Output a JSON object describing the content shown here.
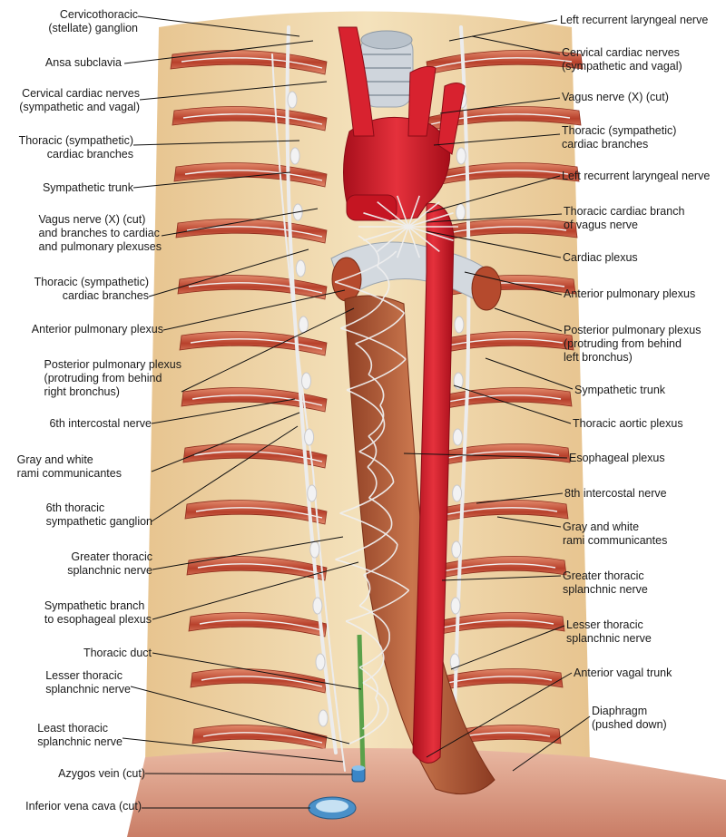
{
  "labels_left": [
    {
      "id": "cervicothoracic-ganglion",
      "text": "Cervicothoracic\n(stellate) ganglion"
    },
    {
      "id": "ansa-subclavia",
      "text": "Ansa subclavia"
    },
    {
      "id": "cervical-cardiac-nerves-left",
      "text": "Cervical cardiac nerves\n(sympathetic and vagal)"
    },
    {
      "id": "thoracic-cardiac-branches-left-1",
      "text": "Thoracic (sympathetic)\ncardiac branches"
    },
    {
      "id": "sympathetic-trunk-left",
      "text": "Sympathetic trunk"
    },
    {
      "id": "vagus-nerve-branches",
      "text": "Vagus nerve (X) (cut)\nand branches to cardiac\nand pulmonary plexuses"
    },
    {
      "id": "thoracic-cardiac-branches-left-2",
      "text": "Thoracic (sympathetic)\ncardiac branches"
    },
    {
      "id": "anterior-pulmonary-plexus-left",
      "text": "Anterior pulmonary plexus"
    },
    {
      "id": "posterior-pulmonary-plexus-left",
      "text": "Posterior pulmonary plexus\n(protruding from behind\nright bronchus)"
    },
    {
      "id": "sixth-intercostal-nerve",
      "text": "6th intercostal nerve"
    },
    {
      "id": "gray-white-rami-left",
      "text": "Gray and white\nrami communicantes"
    },
    {
      "id": "sixth-thoracic-ganglion",
      "text": "6th thoracic\nsympathetic ganglion"
    },
    {
      "id": "greater-splanchnic-left",
      "text": "Greater thoracic\nsplanchnic nerve"
    },
    {
      "id": "sympathetic-branch-esophageal",
      "text": "Sympathetic branch\nto esophageal plexus"
    },
    {
      "id": "thoracic-duct",
      "text": "Thoracic duct"
    },
    {
      "id": "lesser-splanchnic-left",
      "text": "Lesser thoracic\nsplanchnic nerve"
    },
    {
      "id": "least-splanchnic",
      "text": "Least thoracic\nsplanchnic nerve"
    },
    {
      "id": "azygos-vein",
      "text": "Azygos vein (cut)"
    },
    {
      "id": "inferior-vena-cava",
      "text": "Inferior vena cava (cut)"
    }
  ],
  "labels_right": [
    {
      "id": "left-recurrent-laryngeal-1",
      "text": "Left recurrent laryngeal nerve"
    },
    {
      "id": "cervical-cardiac-nerves-right",
      "text": "Cervical cardiac nerves\n(sympathetic and vagal)"
    },
    {
      "id": "vagus-nerve-cut-right",
      "text": "Vagus nerve (X) (cut)"
    },
    {
      "id": "thoracic-cardiac-branches-right",
      "text": "Thoracic (sympathetic)\ncardiac branches"
    },
    {
      "id": "left-recurrent-laryngeal-2",
      "text": "Left recurrent laryngeal nerve"
    },
    {
      "id": "thoracic-cardiac-branch-vagus",
      "text": "Thoracic cardiac branch\nof vagus nerve"
    },
    {
      "id": "cardiac-plexus",
      "text": "Cardiac plexus"
    },
    {
      "id": "anterior-pulmonary-plexus-right",
      "text": "Anterior pulmonary plexus"
    },
    {
      "id": "posterior-pulmonary-plexus-right",
      "text": "Posterior pulmonary plexus\n(protruding from behind\nleft bronchus)"
    },
    {
      "id": "sympathetic-trunk-right",
      "text": "Sympathetic trunk"
    },
    {
      "id": "thoracic-aortic-plexus",
      "text": "Thoracic aortic plexus"
    },
    {
      "id": "esophageal-plexus",
      "text": "Esophageal plexus"
    },
    {
      "id": "eighth-intercostal-nerve",
      "text": "8th intercostal nerve"
    },
    {
      "id": "gray-white-rami-right",
      "text": "Gray and white\nrami communicantes"
    },
    {
      "id": "greater-splanchnic-right",
      "text": "Greater thoracic\nsplanchnic nerve"
    },
    {
      "id": "lesser-splanchnic-right",
      "text": "Lesser thoracic\nsplanchnic nerve"
    },
    {
      "id": "anterior-vagal-trunk",
      "text": "Anterior vagal trunk"
    },
    {
      "id": "diaphragm",
      "text": "Diaphragm\n(pushed down)"
    }
  ],
  "colors": {
    "rib": "#c8543c",
    "rib_light": "#e9b48c",
    "background_tissue": "#f1d9a8",
    "aorta": "#d8222f",
    "esophagus": "#b9633f",
    "nerve": "#e9e9ea",
    "trachea": "#c9cfd6",
    "diaphragm": "#d79a84",
    "leader_line": "#111111"
  }
}
